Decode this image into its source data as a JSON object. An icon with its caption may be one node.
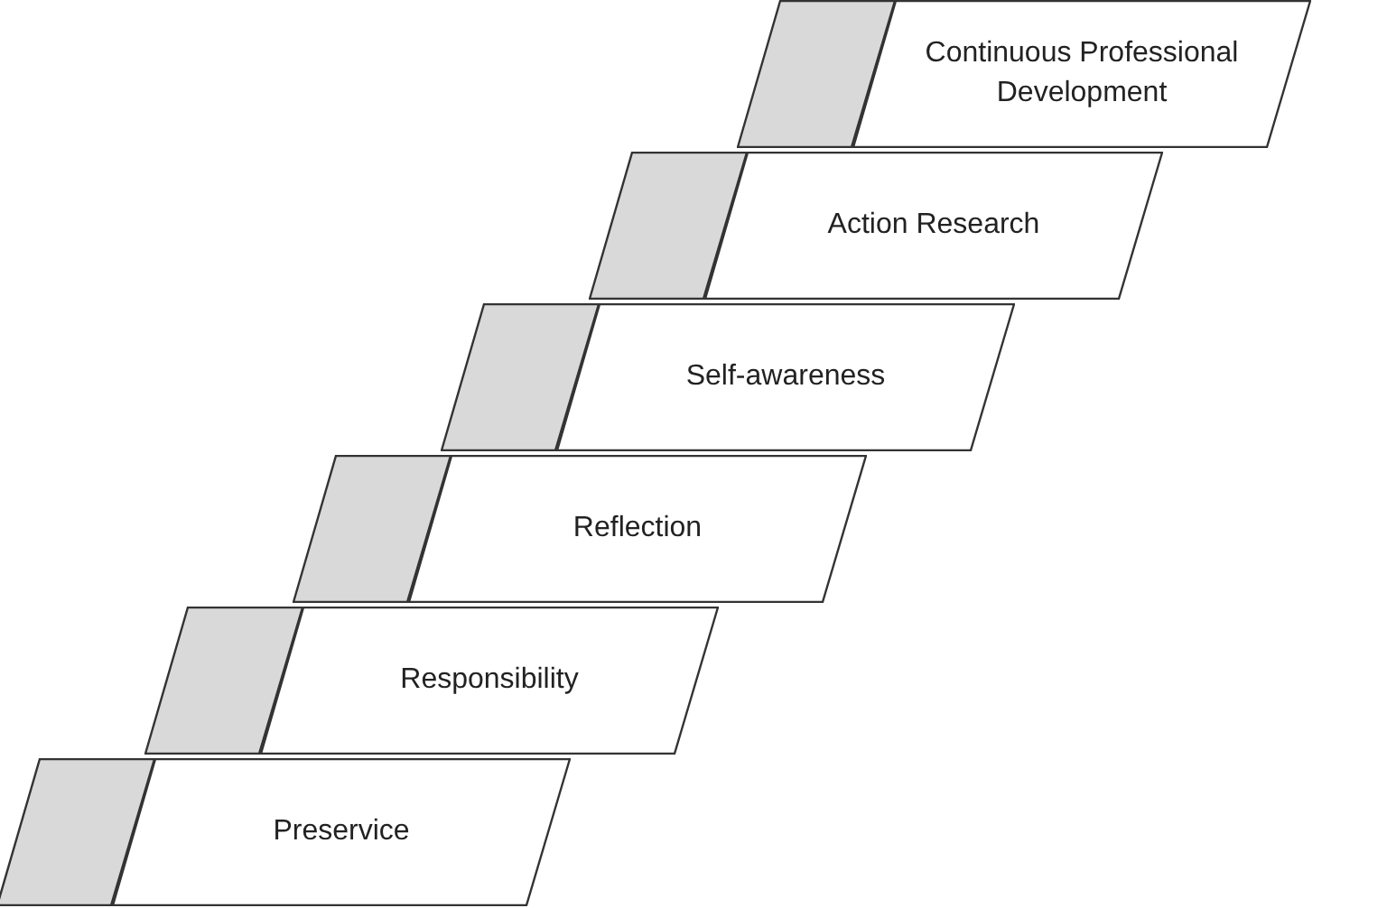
{
  "diagram": {
    "nodes": [
      {
        "text": [],
        "shape": "parallelogram"
      },
      {
        "text": [
          "Continuous Professional Development"
        ]
      },
      {
        "text": [],
        "shape": "parallelogram"
      },
      {
        "text": [
          "Action Research"
        ]
      },
      {
        "text": [],
        "shape": "parallelogram"
      },
      {
        "text": [
          "Self-awareness"
        ]
      },
      {
        "text": [],
        "shape": "parallelogram"
      },
      {
        "text": [
          "Reflection"
        ]
      },
      {
        "text": [],
        "shape": "parallelogram"
      },
      {
        "text": [
          "Responsibility"
        ]
      },
      {
        "text": [],
        "shape": "parallelogram"
      },
      {
        "text": [
          "Preservice"
        ]
      }
    ],
    "edges": []
  }
}
